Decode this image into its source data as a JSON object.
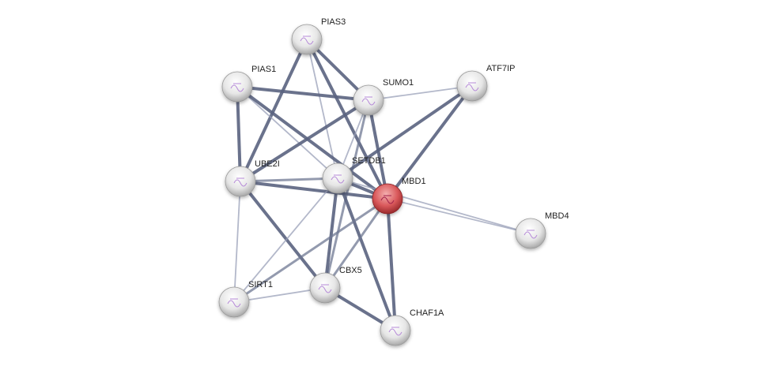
{
  "network": {
    "query_color": "#c83a3a",
    "node_color": "#e8e8e8",
    "nodes": [
      {
        "id": "PIAS3",
        "label": "PIAS3",
        "query": false
      },
      {
        "id": "PIAS1",
        "label": "PIAS1",
        "query": false
      },
      {
        "id": "SUMO1",
        "label": "SUMO1",
        "query": false
      },
      {
        "id": "ATF7IP",
        "label": "ATF7IP",
        "query": false
      },
      {
        "id": "UBE2I",
        "label": "UBE2I",
        "query": false
      },
      {
        "id": "SETDB1",
        "label": "SETDB1",
        "query": false
      },
      {
        "id": "MBD1",
        "label": "MBD1",
        "query": true
      },
      {
        "id": "MBD4",
        "label": "MBD4",
        "query": false
      },
      {
        "id": "SIRT1",
        "label": "SIRT1",
        "query": false
      },
      {
        "id": "CBX5",
        "label": "CBX5",
        "query": false
      },
      {
        "id": "CHAF1A",
        "label": "CHAF1A",
        "query": false
      }
    ],
    "edges": [
      {
        "a": "PIAS3",
        "b": "SUMO1",
        "strength": "high"
      },
      {
        "a": "PIAS3",
        "b": "UBE2I",
        "strength": "high"
      },
      {
        "a": "PIAS3",
        "b": "SETDB1",
        "strength": "low"
      },
      {
        "a": "PIAS3",
        "b": "MBD1",
        "strength": "high"
      },
      {
        "a": "PIAS1",
        "b": "SUMO1",
        "strength": "high"
      },
      {
        "a": "PIAS1",
        "b": "UBE2I",
        "strength": "high"
      },
      {
        "a": "PIAS1",
        "b": "SETDB1",
        "strength": "low"
      },
      {
        "a": "PIAS1",
        "b": "MBD1",
        "strength": "high"
      },
      {
        "a": "SUMO1",
        "b": "ATF7IP",
        "strength": "low"
      },
      {
        "a": "SUMO1",
        "b": "UBE2I",
        "strength": "high"
      },
      {
        "a": "SUMO1",
        "b": "SETDB1",
        "strength": "low"
      },
      {
        "a": "SUMO1",
        "b": "MBD1",
        "strength": "high"
      },
      {
        "a": "SUMO1",
        "b": "CBX5",
        "strength": "medium"
      },
      {
        "a": "ATF7IP",
        "b": "SETDB1",
        "strength": "high"
      },
      {
        "a": "ATF7IP",
        "b": "MBD1",
        "strength": "high"
      },
      {
        "a": "UBE2I",
        "b": "SETDB1",
        "strength": "medium"
      },
      {
        "a": "UBE2I",
        "b": "MBD1",
        "strength": "high"
      },
      {
        "a": "UBE2I",
        "b": "SIRT1",
        "strength": "low"
      },
      {
        "a": "UBE2I",
        "b": "CBX5",
        "strength": "high"
      },
      {
        "a": "SETDB1",
        "b": "MBD1",
        "strength": "high"
      },
      {
        "a": "SETDB1",
        "b": "CBX5",
        "strength": "high"
      },
      {
        "a": "SETDB1",
        "b": "CHAF1A",
        "strength": "high"
      },
      {
        "a": "SETDB1",
        "b": "SIRT1",
        "strength": "low"
      },
      {
        "a": "SETDB1",
        "b": "MBD4",
        "strength": "low"
      },
      {
        "a": "MBD1",
        "b": "MBD4",
        "strength": "low"
      },
      {
        "a": "MBD1",
        "b": "CBX5",
        "strength": "medium"
      },
      {
        "a": "MBD1",
        "b": "CHAF1A",
        "strength": "high"
      },
      {
        "a": "MBD1",
        "b": "SIRT1",
        "strength": "medium"
      },
      {
        "a": "CBX5",
        "b": "SIRT1",
        "strength": "low"
      },
      {
        "a": "CBX5",
        "b": "CHAF1A",
        "strength": "high"
      }
    ]
  }
}
